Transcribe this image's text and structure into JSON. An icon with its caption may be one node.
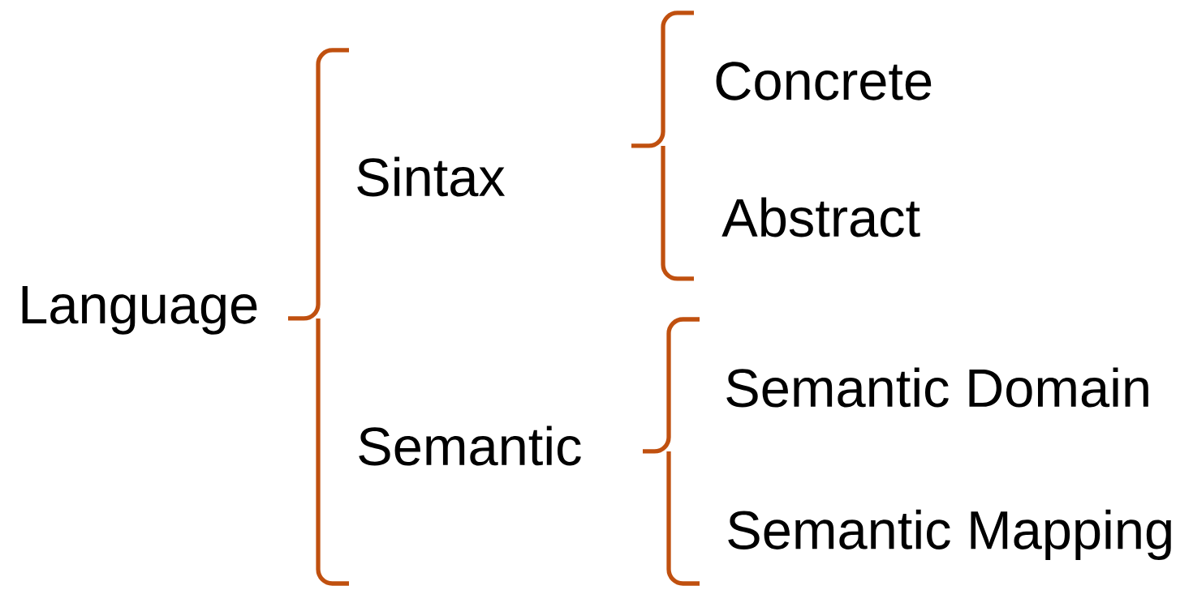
{
  "diagram": {
    "nodes": [
      {
        "text": [
          "Language"
        ]
      },
      {
        "text": [
          "Sintax"
        ]
      },
      {
        "text": [
          "Semantic"
        ]
      },
      {
        "text": [
          "Concrete"
        ]
      },
      {
        "text": [
          "Abstract"
        ]
      },
      {
        "text": [
          "Semantic Domain"
        ]
      },
      {
        "text": [
          "Semantic Mapping"
        ]
      }
    ]
  }
}
